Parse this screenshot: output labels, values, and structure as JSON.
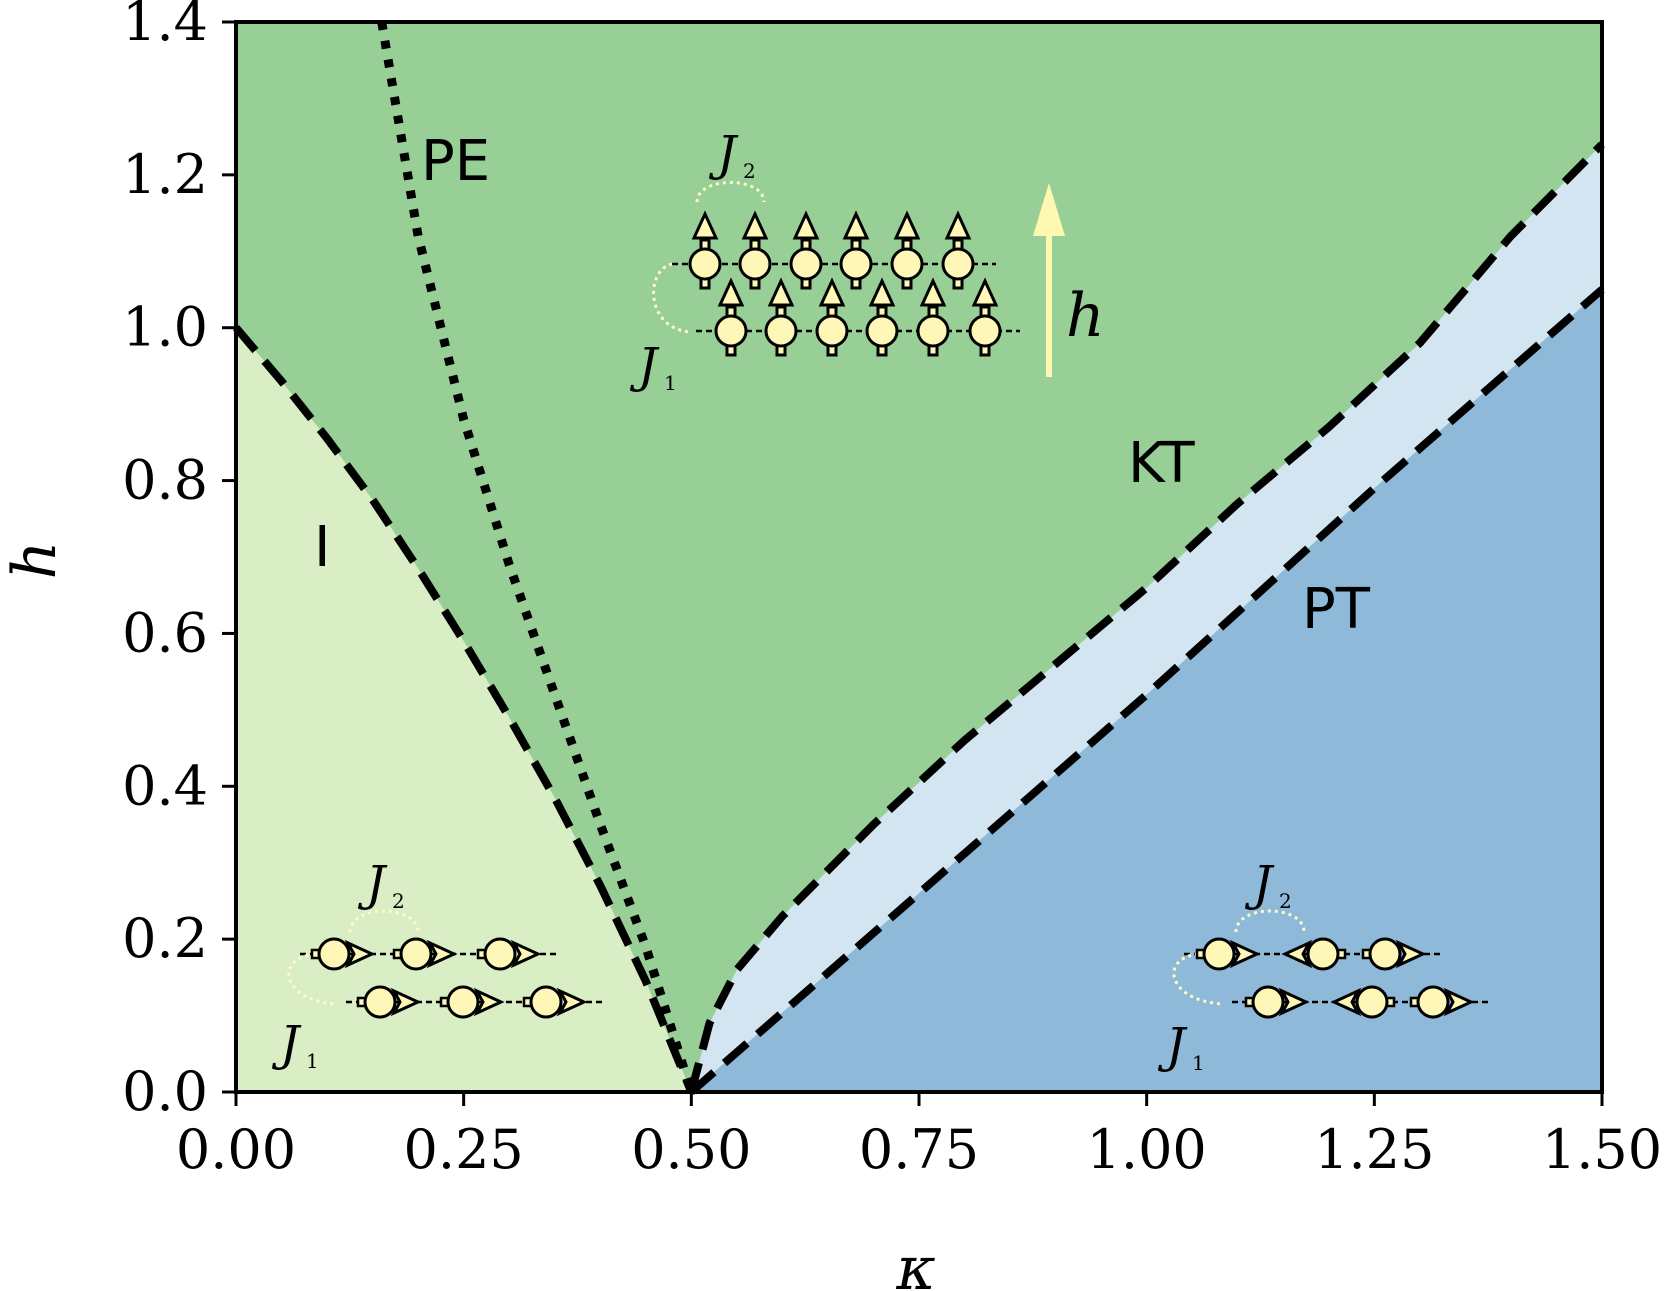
{
  "chart_data": {
    "type": "area",
    "xlabel": "κ",
    "ylabel": "h",
    "xlim": [
      0,
      1.5
    ],
    "ylim": [
      0,
      1.4
    ],
    "x_ticks": [
      "0.00",
      "0.25",
      "0.50",
      "0.75",
      "1.00",
      "1.25",
      "1.50"
    ],
    "y_ticks": [
      "0.0",
      "0.2",
      "0.4",
      "0.6",
      "0.8",
      "1.0",
      "1.2",
      "1.4"
    ],
    "regions": [
      {
        "label": "I",
        "color": "#d9eec5"
      },
      {
        "label": "PE",
        "color": "#98cf96"
      },
      {
        "label": "KT",
        "color": "#d2e5f0"
      },
      {
        "label": "PT",
        "color": "#8fb9d9"
      }
    ],
    "boundaries": [
      {
        "style": "dashed",
        "x": [
          0.0,
          0.05,
          0.1,
          0.15,
          0.2,
          0.25,
          0.3,
          0.35,
          0.4,
          0.45,
          0.5
        ],
        "y": [
          1.0,
          0.93,
          0.855,
          0.775,
          0.685,
          0.59,
          0.49,
          0.385,
          0.27,
          0.145,
          0.0
        ]
      },
      {
        "style": "dotted",
        "x": [
          0.16,
          0.2,
          0.25,
          0.3,
          0.35,
          0.4,
          0.45,
          0.5
        ],
        "y": [
          1.4,
          1.12,
          0.88,
          0.69,
          0.52,
          0.35,
          0.19,
          0.0
        ]
      },
      {
        "style": "dashed",
        "x": [
          0.5,
          0.52,
          0.55,
          0.6,
          0.7,
          0.8,
          0.9,
          1.0,
          1.1,
          1.2,
          1.3,
          1.4,
          1.5
        ],
        "y": [
          0.0,
          0.09,
          0.16,
          0.23,
          0.35,
          0.46,
          0.56,
          0.66,
          0.77,
          0.87,
          0.98,
          1.12,
          1.24
        ]
      },
      {
        "style": "dashed",
        "x": [
          0.5,
          0.75,
          1.0,
          1.25,
          1.5
        ],
        "y": [
          0.0,
          0.26,
          0.52,
          0.79,
          1.05
        ]
      }
    ],
    "labels": {
      "coupling_J": "J",
      "coupling_1": "1",
      "coupling_2": "2",
      "field": "h"
    }
  }
}
